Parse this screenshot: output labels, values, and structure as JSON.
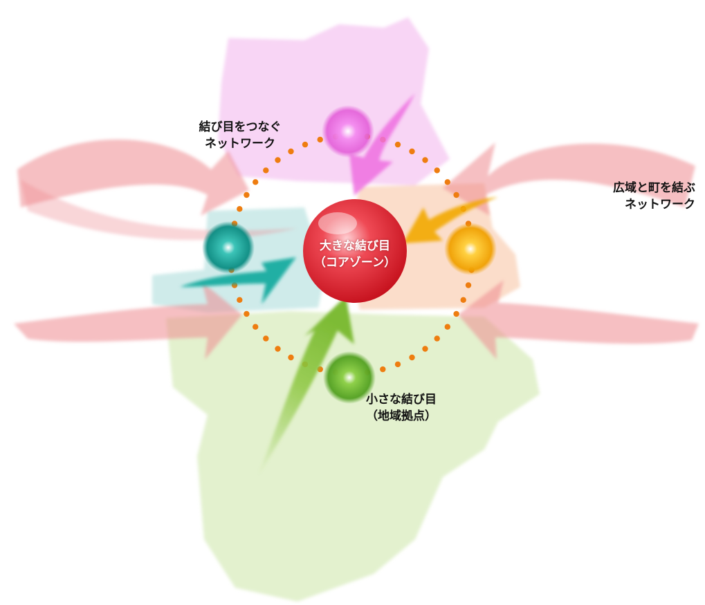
{
  "labels": {
    "core_line1": "大きな結び目",
    "core_line2": "（コアゾーン）",
    "small_line1": "小さな結び目",
    "small_line2": "（地域拠点）",
    "connect_line1": "結び目をつなぐ",
    "connect_line2": "ネットワーク",
    "wide_line1": "広域と町を結ぶ",
    "wide_line2": "ネットワーク"
  },
  "colors": {
    "north_region": "#f6c7f2",
    "west_region": "#bfe4e3",
    "east_region": "#f9d2b8",
    "south_region": "#d9ecbd",
    "core": "#e0222e",
    "node_north": "#ee66e0",
    "node_west": "#12a89c",
    "node_east": "#f2a800",
    "node_south": "#6ab830",
    "ring_dots": "#ee7d10",
    "network_arrows": "#ee8a8f"
  }
}
